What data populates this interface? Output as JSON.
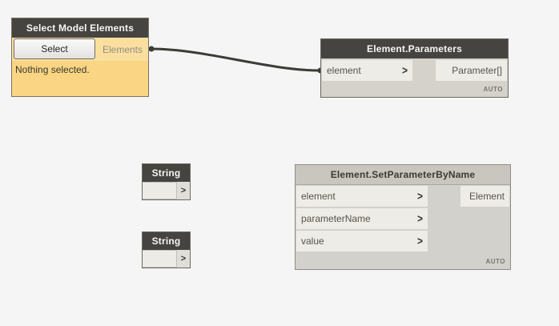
{
  "colors": {
    "canvas_bg": "#f5f5f5",
    "node_header_active": "#454440",
    "node_header_inactive": "#c8c6bf",
    "node_body": "#d4d2ca",
    "port_bg": "#eeece6",
    "select_node_body": "#f9d584",
    "select_node_port_bg": "#fbdf9f",
    "wire": "#3c3b37"
  },
  "icons": {
    "port_chevron": ">"
  },
  "nodes": {
    "select_model_elements": {
      "title": "Select Model Elements",
      "select_button": "Select",
      "output_label": "Elements",
      "status": "Nothing selected."
    },
    "element_parameters": {
      "title": "Element.Parameters",
      "inputs": [
        "element"
      ],
      "output": "Parameter[]",
      "lacing": "AUTO"
    },
    "string_top": {
      "title": "String",
      "value": ""
    },
    "string_bottom": {
      "title": "String",
      "value": ""
    },
    "element_set_parameter_by_name": {
      "title": "Element.SetParameterByName",
      "inputs": [
        "element",
        "parameterName",
        "value"
      ],
      "output": "Element",
      "lacing": "AUTO"
    }
  }
}
